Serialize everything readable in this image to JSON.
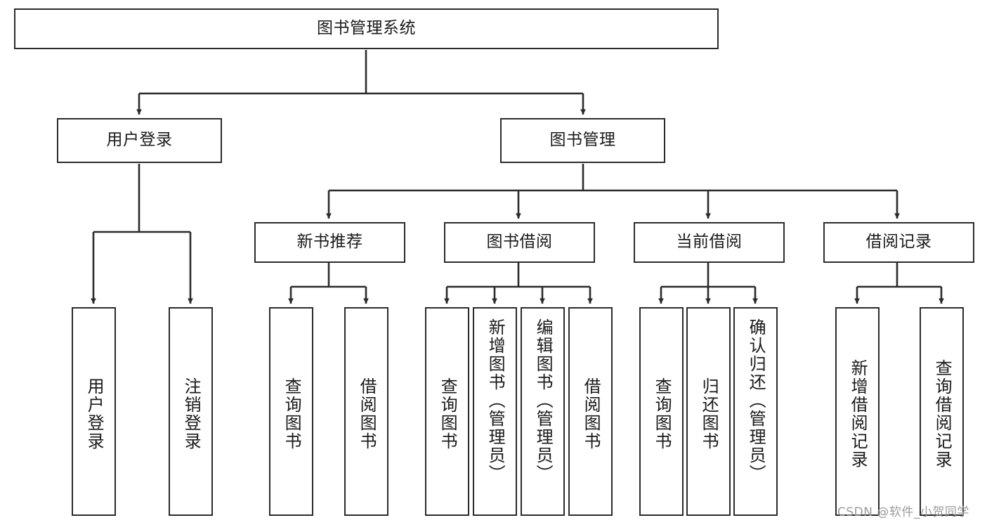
{
  "diagram": {
    "type": "tree-hierarchy-chart",
    "title": "图书管理系统",
    "colors": {
      "box_border": "#2b2b2b",
      "box_fill": "#ffffff",
      "connector": "#2b2b2b",
      "text": "#1a1a1a",
      "watermark": "#9b9b9b",
      "background": "#ffffff"
    },
    "levels": {
      "root": {
        "label": "图书管理系统"
      },
      "level2": [
        {
          "id": "user-login",
          "label": "用户登录"
        },
        {
          "id": "book-management",
          "label": "图书管理"
        }
      ],
      "level3": [
        {
          "id": "new-book-recommend",
          "label": "新书推荐",
          "parent": "book-management"
        },
        {
          "id": "book-borrow",
          "label": "图书借阅",
          "parent": "book-management"
        },
        {
          "id": "current-borrow",
          "label": "当前借阅",
          "parent": "book-management"
        },
        {
          "id": "borrow-record",
          "label": "借阅记录",
          "parent": "book-management"
        }
      ],
      "leaves": [
        {
          "id": "leaf-user-login",
          "label": "用户登录",
          "parent": "user-login"
        },
        {
          "id": "leaf-logout",
          "label": "注销登录",
          "parent": "user-login"
        },
        {
          "id": "leaf-query-book-1",
          "label": "查询图书",
          "parent": "new-book-recommend"
        },
        {
          "id": "leaf-borrow-book-1",
          "label": "借阅图书",
          "parent": "new-book-recommend"
        },
        {
          "id": "leaf-query-book-2",
          "label": "查询图书",
          "parent": "book-borrow"
        },
        {
          "id": "leaf-add-book",
          "label": "新增图书（管理员）",
          "parent": "book-borrow"
        },
        {
          "id": "leaf-edit-book",
          "label": "编辑图书（管理员）",
          "parent": "book-borrow"
        },
        {
          "id": "leaf-borrow-book-2",
          "label": "借阅图书",
          "parent": "book-borrow"
        },
        {
          "id": "leaf-query-book-3",
          "label": "查询图书",
          "parent": "current-borrow"
        },
        {
          "id": "leaf-return-book",
          "label": "归还图书",
          "parent": "current-borrow"
        },
        {
          "id": "leaf-confirm-return",
          "label": "确认归还（管理员）",
          "parent": "current-borrow"
        },
        {
          "id": "leaf-add-record",
          "label": "新增借阅记录",
          "parent": "borrow-record"
        },
        {
          "id": "leaf-query-record",
          "label": "查询借阅记录",
          "parent": "borrow-record"
        }
      ]
    },
    "watermark": "CSDN @软件_小贺同学"
  }
}
